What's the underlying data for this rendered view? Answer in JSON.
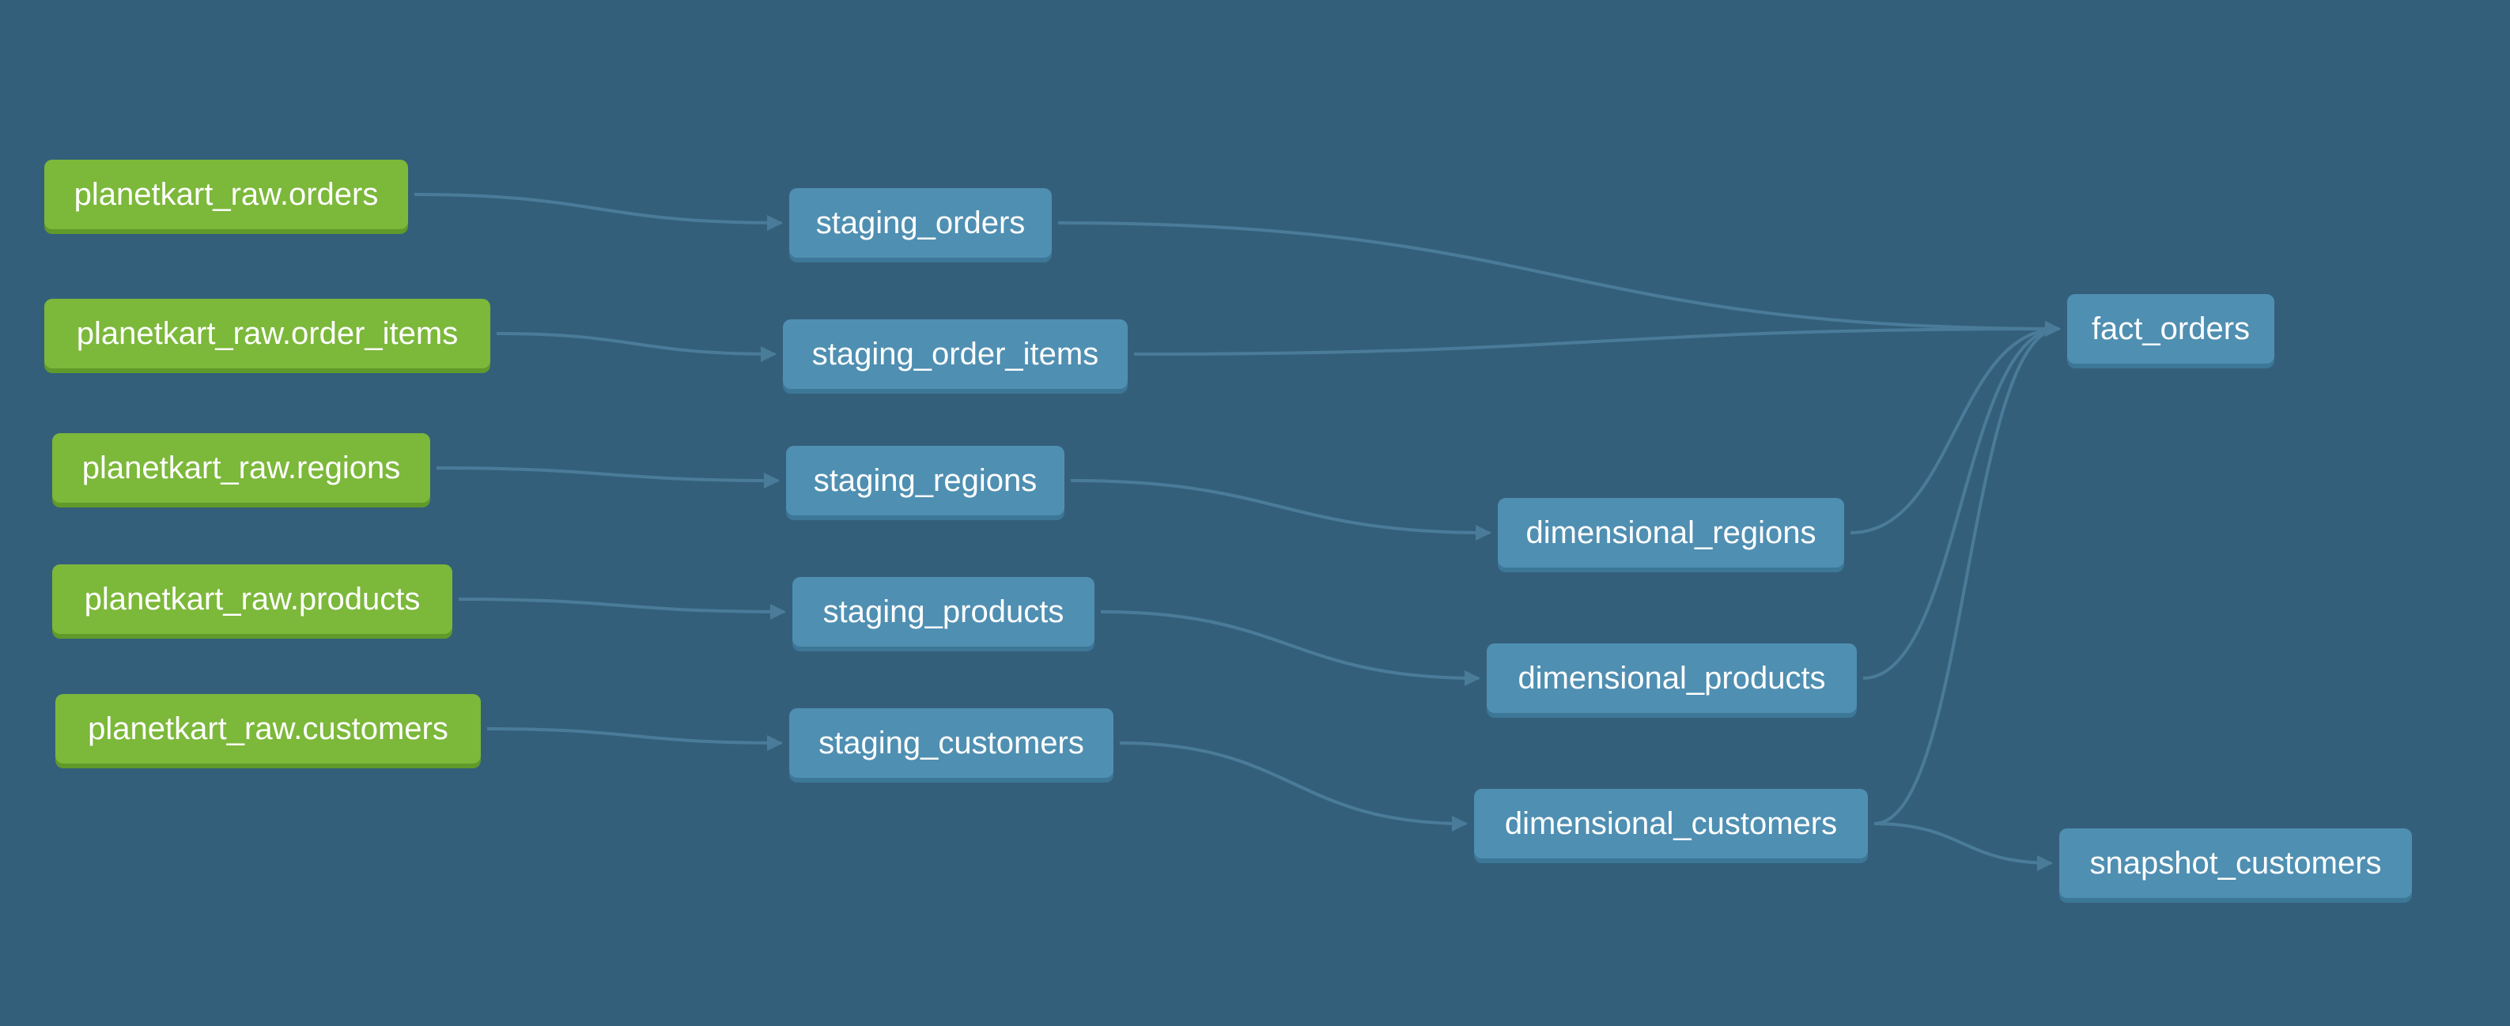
{
  "colors": {
    "background": "#345f7a",
    "source_node": "#7cb83a",
    "model_node": "#4f8fb2",
    "edge": "#4a7c99"
  },
  "nodes": {
    "raw_orders": "planetkart_raw.orders",
    "raw_order_items": "planetkart_raw.order_items",
    "raw_regions": "planetkart_raw.regions",
    "raw_products": "planetkart_raw.products",
    "raw_customers": "planetkart_raw.customers",
    "staging_orders": "staging_orders",
    "staging_order_items": "staging_order_items",
    "staging_regions": "staging_regions",
    "staging_products": "staging_products",
    "staging_customers": "staging_customers",
    "dimensional_regions": "dimensional_regions",
    "dimensional_products": "dimensional_products",
    "dimensional_customers": "dimensional_customers",
    "fact_orders": "fact_orders",
    "snapshot_customers": "snapshot_customers"
  },
  "edges": [
    [
      "raw_orders",
      "staging_orders"
    ],
    [
      "raw_order_items",
      "staging_order_items"
    ],
    [
      "raw_regions",
      "staging_regions"
    ],
    [
      "raw_products",
      "staging_products"
    ],
    [
      "raw_customers",
      "staging_customers"
    ],
    [
      "staging_orders",
      "fact_orders"
    ],
    [
      "staging_order_items",
      "fact_orders"
    ],
    [
      "staging_regions",
      "dimensional_regions"
    ],
    [
      "staging_products",
      "dimensional_products"
    ],
    [
      "staging_customers",
      "dimensional_customers"
    ],
    [
      "dimensional_regions",
      "fact_orders"
    ],
    [
      "dimensional_products",
      "fact_orders"
    ],
    [
      "dimensional_customers",
      "fact_orders"
    ],
    [
      "dimensional_customers",
      "snapshot_customers"
    ]
  ]
}
